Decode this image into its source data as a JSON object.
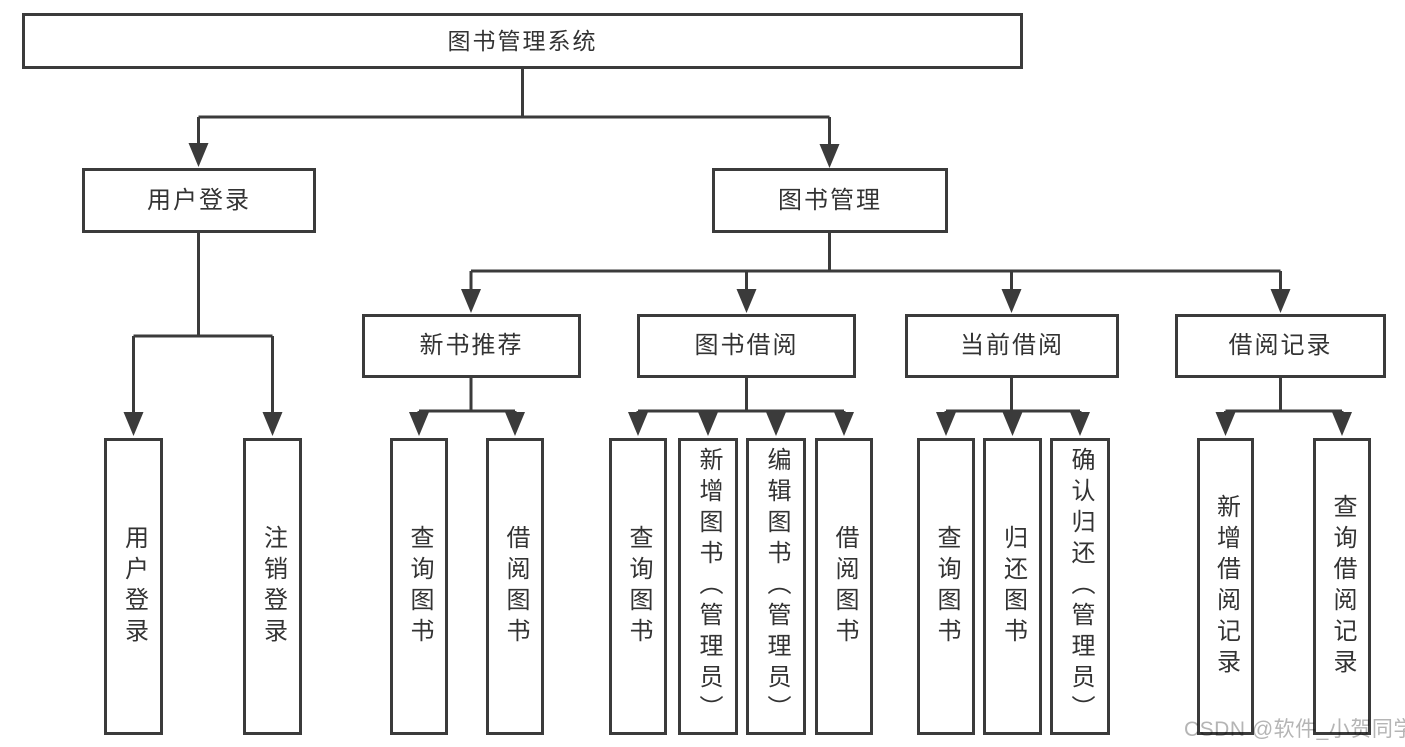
{
  "colors": {
    "background": "#ffffff",
    "stroke": "#3b3b3b",
    "text": "#333333",
    "watermark": "#b5b5b5"
  },
  "watermark": {
    "text": "CSDN @软件_小贺同学"
  },
  "nodes": {
    "root": {
      "label": "图书管理系统"
    },
    "branches": [
      {
        "label": "用户登录",
        "children": [
          {
            "label": "用户登录"
          },
          {
            "label": "注销登录"
          }
        ]
      },
      {
        "label": "图书管理",
        "children": [
          {
            "label": "新书推荐",
            "children": [
              {
                "label": "查询图书"
              },
              {
                "label": "借阅图书"
              }
            ]
          },
          {
            "label": "图书借阅",
            "children": [
              {
                "label": "查询图书"
              },
              {
                "label": "新增图书（管理员）"
              },
              {
                "label": "编辑图书（管理员）"
              },
              {
                "label": "借阅图书"
              }
            ]
          },
          {
            "label": "当前借阅",
            "children": [
              {
                "label": "查询图书"
              },
              {
                "label": "归还图书"
              },
              {
                "label": "确认归还（管理员）"
              }
            ]
          },
          {
            "label": "借阅记录",
            "children": [
              {
                "label": "新增借阅记录"
              },
              {
                "label": "查询借阅记录"
              }
            ]
          }
        ]
      }
    ]
  }
}
